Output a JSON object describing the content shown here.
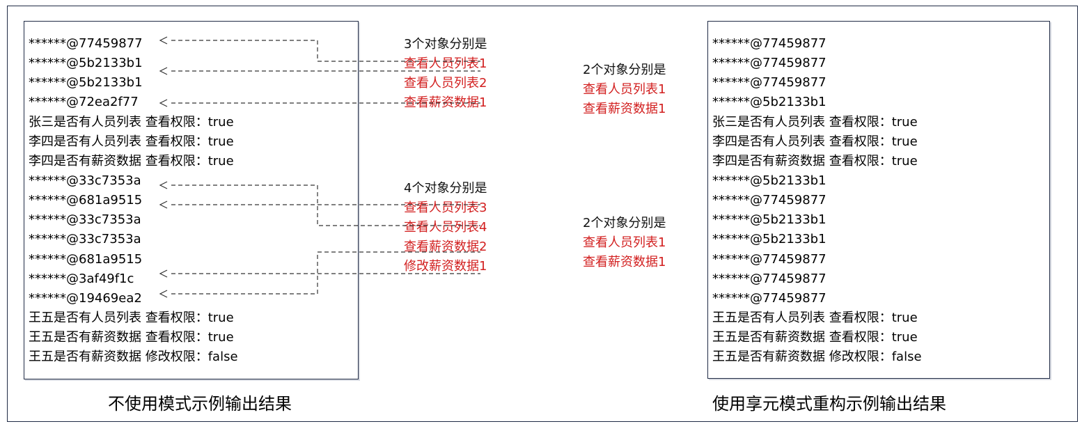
{
  "left_panel": {
    "lines": [
      "******@77459877",
      "******@5b2133b1",
      "******@5b2133b1",
      "******@72ea2f77",
      "张三是否有人员列表 查看权限：true",
      "李四是否有人员列表 查看权限：true",
      "李四是否有薪资数据 查看权限：true",
      "******@33c7353a",
      "******@681a9515",
      "******@33c7353a",
      "******@33c7353a",
      "******@681a9515",
      "******@3af49f1c",
      "******@19469ea2",
      "王五是否有人员列表 查看权限：true",
      "王五是否有薪资数据 查看权限：true",
      "王五是否有薪资数据 修改权限：false"
    ],
    "caption": "不使用模式示例输出结果"
  },
  "right_panel": {
    "lines": [
      "******@77459877",
      "******@77459877",
      "******@77459877",
      "******@5b2133b1",
      "张三是否有人员列表 查看权限：true",
      "李四是否有人员列表 查看权限：true",
      "李四是否有薪资数据 查看权限：true",
      "******@5b2133b1",
      "******@77459877",
      "******@5b2133b1",
      "******@5b2133b1",
      "******@77459877",
      "******@77459877",
      "******@77459877",
      "王五是否有人员列表 查看权限：true",
      "王五是否有薪资数据 查看权限：true",
      "王五是否有薪资数据 修改权限：false"
    ],
    "caption": "使用享元模式重构示例输出结果"
  },
  "annotations": [
    {
      "heading": "3个对象分别是",
      "items": [
        "查看人员列表1",
        "查看人员列表2",
        "查看薪资数据1"
      ]
    },
    {
      "heading": "4个对象分别是",
      "items": [
        "查看人员列表3",
        "查看人员列表4",
        "查看薪资数据2",
        "修改薪资数据1"
      ]
    },
    {
      "heading": "2个对象分别是",
      "items": [
        "查看人员列表1",
        "查看薪资数据1"
      ]
    },
    {
      "heading": "2个对象分别是",
      "items": [
        "查看人员列表1",
        "查看薪资数据1"
      ]
    }
  ],
  "colors": {
    "border": "#1f2a44",
    "highlight": "#d21f1f",
    "connector": "#333333"
  }
}
